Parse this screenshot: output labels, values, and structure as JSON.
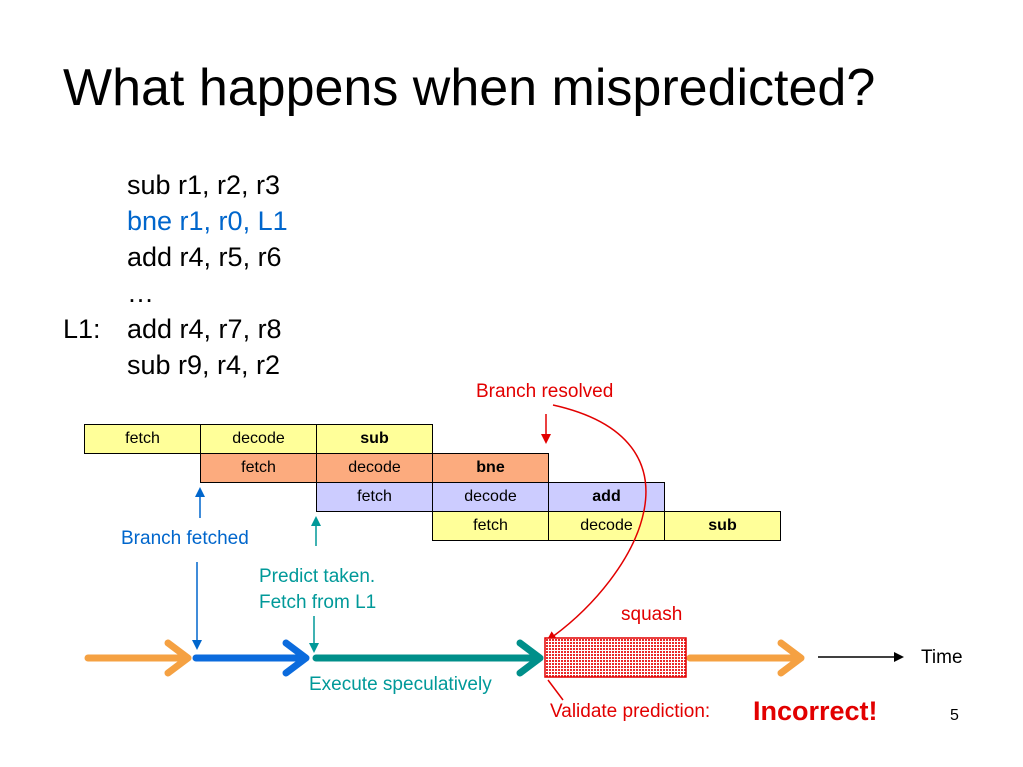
{
  "title": "What happens when mispredicted?",
  "code": {
    "lines": [
      "sub r1, r2, r3",
      "bne r1, r0, L1",
      "add r4, r5, r6",
      "…",
      "add r4, r7, r8",
      "sub r9, r4, r2"
    ],
    "label_L1": "L1:"
  },
  "pipeline": {
    "row1": [
      "fetch",
      "decode",
      "sub"
    ],
    "row2": [
      "fetch",
      "decode",
      "bne"
    ],
    "row3": [
      "fetch",
      "decode",
      "add"
    ],
    "row4": [
      "fetch",
      "decode",
      "sub"
    ]
  },
  "annotations": {
    "branch_resolved": "Branch resolved",
    "branch_fetched": "Branch fetched",
    "predict_line1": "Predict taken.",
    "predict_line2": "Fetch from L1",
    "squash": "squash",
    "time": "Time",
    "execute_speculatively": "Execute speculatively",
    "validate": "Validate prediction:",
    "incorrect": "Incorrect!"
  },
  "page_number": "5",
  "colors": {
    "yellow": "#ffff99",
    "orange_cell": "#fcab7e",
    "lavender": "#ccccff",
    "blue_text": "#0066cc",
    "teal_text": "#009999",
    "red_text": "#e20000",
    "orange_arrow": "#f5a142",
    "blue_arrow": "#0b6bdd",
    "teal_arrow": "#008f8a"
  }
}
